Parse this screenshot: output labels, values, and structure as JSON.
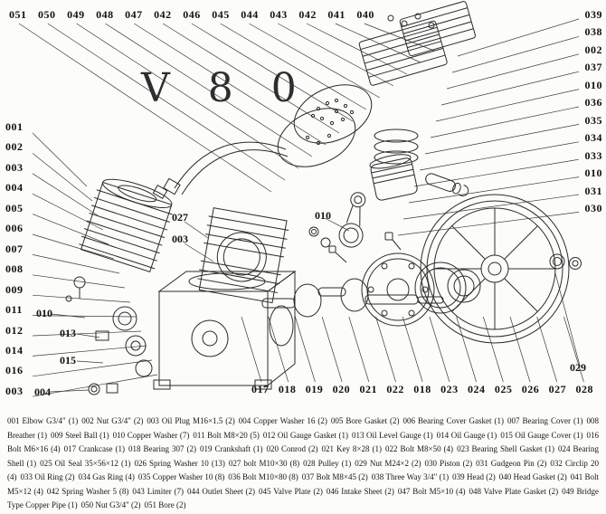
{
  "title": "V 8 0",
  "callouts": {
    "top": [
      "051",
      "050",
      "049",
      "048",
      "047",
      "042",
      "046",
      "045",
      "044",
      "043",
      "042",
      "041",
      "040"
    ],
    "left": [
      "001",
      "002",
      "003",
      "004",
      "005",
      "006",
      "007",
      "008",
      "009",
      "011",
      "012",
      "014",
      "016",
      "003"
    ],
    "left_inner": [
      "010",
      "013",
      "015",
      "004"
    ],
    "center": [
      "027",
      "003",
      "010"
    ],
    "right": [
      "039",
      "038",
      "002",
      "037",
      "010",
      "036",
      "035",
      "034",
      "033",
      "010",
      "031",
      "030"
    ],
    "right_lower": [
      "029"
    ],
    "bottom": [
      "017",
      "018",
      "019",
      "020",
      "021",
      "022",
      "018",
      "023",
      "024",
      "025",
      "026",
      "027",
      "028"
    ]
  },
  "parts_list": [
    {
      "code": "001",
      "name": "Elbow G3/4\"",
      "qty": "(1)"
    },
    {
      "code": "002",
      "name": "Nut G3/4\"",
      "qty": "(2)"
    },
    {
      "code": "003",
      "name": "Oil Plug M16×1.5",
      "qty": "(2)"
    },
    {
      "code": "004",
      "name": "Copper Washer 16",
      "qty": "(2)"
    },
    {
      "code": "005",
      "name": "Bore Gasket",
      "qty": "(2)"
    },
    {
      "code": "006",
      "name": "Bearing Cover Gasket",
      "qty": "(1)"
    },
    {
      "code": "007",
      "name": "Bearing Cover",
      "qty": "(1)"
    },
    {
      "code": "008",
      "name": "Breather",
      "qty": "(1)"
    },
    {
      "code": "009",
      "name": "Steel Ball",
      "qty": "(1)"
    },
    {
      "code": "010",
      "name": "Copper Washer",
      "qty": "(7)"
    },
    {
      "code": "011",
      "name": "Bolt M8×20",
      "qty": "(5)"
    },
    {
      "code": "012",
      "name": "Oil Gauge Gasket",
      "qty": "(1)"
    },
    {
      "code": "013",
      "name": "Oil Level Gauge",
      "qty": "(1)"
    },
    {
      "code": "014",
      "name": "Oil Gauge",
      "qty": "(1)"
    },
    {
      "code": "015",
      "name": "Oil Gauge Cover",
      "qty": "(1)"
    },
    {
      "code": "016",
      "name": "Bolt M6×16",
      "qty": "(4)"
    },
    {
      "code": "017",
      "name": "Crankcase",
      "qty": "(1)"
    },
    {
      "code": "018",
      "name": "Bearing 307",
      "qty": "(2)"
    },
    {
      "code": "019",
      "name": "Crankshaft",
      "qty": "(1)"
    },
    {
      "code": "020",
      "name": "Conrod",
      "qty": "(2)"
    },
    {
      "code": "021",
      "name": "Key 8×28",
      "qty": "(1)"
    },
    {
      "code": "022",
      "name": "Bolt M8×50",
      "qty": "(4)"
    },
    {
      "code": "023",
      "name": "Bearing Shell Gasket",
      "qty": "(1)"
    },
    {
      "code": "024",
      "name": "Bearing Shell",
      "qty": "(1)"
    },
    {
      "code": "025",
      "name": "Oil Seal 35×56×12",
      "qty": "(1)"
    },
    {
      "code": "026",
      "name": "Spring Washer 10",
      "qty": "(13)"
    },
    {
      "code": "027",
      "name": "bolt M10×30",
      "qty": "(8)"
    },
    {
      "code": "028",
      "name": "Pulley",
      "qty": "(1)"
    },
    {
      "code": "029",
      "name": "Nut M24×2",
      "qty": "(2)"
    },
    {
      "code": "030",
      "name": "Piston",
      "qty": "(2)"
    },
    {
      "code": "031",
      "name": "Gudgeon Pin",
      "qty": "(2)"
    },
    {
      "code": "032",
      "name": "Circlip 20",
      "qty": "(4)"
    },
    {
      "code": "033",
      "name": "Oil Ring",
      "qty": "(2)"
    },
    {
      "code": "034",
      "name": "Gas Ring",
      "qty": "(4)"
    },
    {
      "code": "035",
      "name": "Copper Washer 10",
      "qty": "(8)"
    },
    {
      "code": "036",
      "name": "Bolt M10×80",
      "qty": "(8)"
    },
    {
      "code": "037",
      "name": "Bolt M8×45",
      "qty": "(2)"
    },
    {
      "code": "038",
      "name": "Three Way 3/4\"",
      "qty": "(1)"
    },
    {
      "code": "039",
      "name": "Head",
      "qty": "(2)"
    },
    {
      "code": "040",
      "name": "Head Gasket",
      "qty": "(2)"
    },
    {
      "code": "041",
      "name": "Bolt M5×12",
      "qty": "(4)"
    },
    {
      "code": "042",
      "name": "Spring Washer 5",
      "qty": "(8)"
    },
    {
      "code": "043",
      "name": "Limiter",
      "qty": "(7)"
    },
    {
      "code": "044",
      "name": "Outlet Sheet",
      "qty": "(2)"
    },
    {
      "code": "045",
      "name": "Valve Plate",
      "qty": "(2)"
    },
    {
      "code": "046",
      "name": "Intake Sheet",
      "qty": "(2)"
    },
    {
      "code": "047",
      "name": "Bolt M5×10",
      "qty": "(4)"
    },
    {
      "code": "048",
      "name": "Valve Plate Gasket",
      "qty": "(2)"
    },
    {
      "code": "049",
      "name": "Bridge Type Copper Pipe",
      "qty": "(1)"
    },
    {
      "code": "050",
      "name": "Nut G3/4\"",
      "qty": "(2)"
    },
    {
      "code": "051",
      "name": "Bore",
      "qty": "(2)"
    }
  ]
}
